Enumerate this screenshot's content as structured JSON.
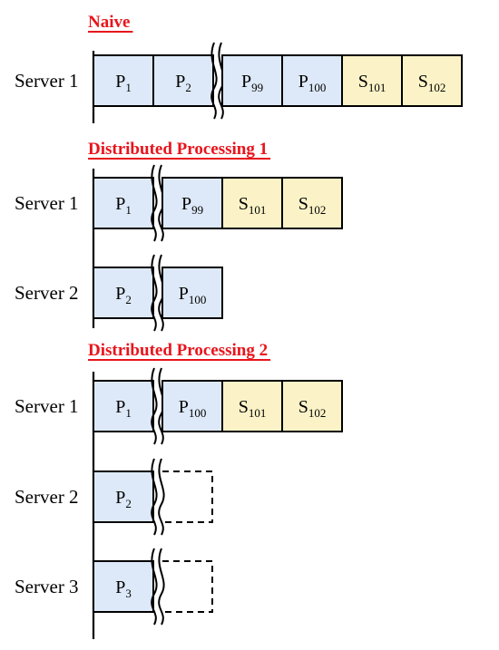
{
  "colors": {
    "header": "#e8141b",
    "p_fill": "#dde9f8",
    "s_fill": "#fbf3c7",
    "stroke": "#000000"
  },
  "sections": [
    {
      "title": "Naive",
      "rows": [
        {
          "server": "Server 1",
          "cells": [
            {
              "l": "P",
              "s": "1",
              "kind": "p"
            },
            {
              "l": "P",
              "s": "2",
              "kind": "p"
            },
            {
              "break": true
            },
            {
              "l": "P",
              "s": "99",
              "kind": "p"
            },
            {
              "l": "P",
              "s": "100",
              "kind": "p"
            },
            {
              "l": "S",
              "s": "101",
              "kind": "s"
            },
            {
              "l": "S",
              "s": "102",
              "kind": "s"
            }
          ]
        }
      ]
    },
    {
      "title": "Distributed Processing 1",
      "rows": [
        {
          "server": "Server 1",
          "cells": [
            {
              "l": "P",
              "s": "1",
              "kind": "p"
            },
            {
              "break": true
            },
            {
              "l": "P",
              "s": "99",
              "kind": "p"
            },
            {
              "l": "S",
              "s": "101",
              "kind": "s"
            },
            {
              "l": "S",
              "s": "102",
              "kind": "s"
            }
          ]
        },
        {
          "server": "Server 2",
          "cells": [
            {
              "l": "P",
              "s": "2",
              "kind": "p"
            },
            {
              "break": true
            },
            {
              "l": "P",
              "s": "100",
              "kind": "p"
            }
          ]
        }
      ]
    },
    {
      "title": "Distributed Processing 2",
      "rows": [
        {
          "server": "Server 1",
          "cells": [
            {
              "l": "P",
              "s": "1",
              "kind": "p"
            },
            {
              "break": true
            },
            {
              "l": "P",
              "s": "100",
              "kind": "p"
            },
            {
              "l": "S",
              "s": "101",
              "kind": "s"
            },
            {
              "l": "S",
              "s": "102",
              "kind": "s"
            }
          ]
        },
        {
          "server": "Server 2",
          "cells": [
            {
              "l": "P",
              "s": "2",
              "kind": "p"
            },
            {
              "break": true
            },
            {
              "kind": "empty"
            }
          ]
        },
        {
          "server": "Server 3",
          "cells": [
            {
              "l": "P",
              "s": "3",
              "kind": "p"
            },
            {
              "break": true
            },
            {
              "kind": "empty"
            }
          ]
        }
      ]
    }
  ]
}
